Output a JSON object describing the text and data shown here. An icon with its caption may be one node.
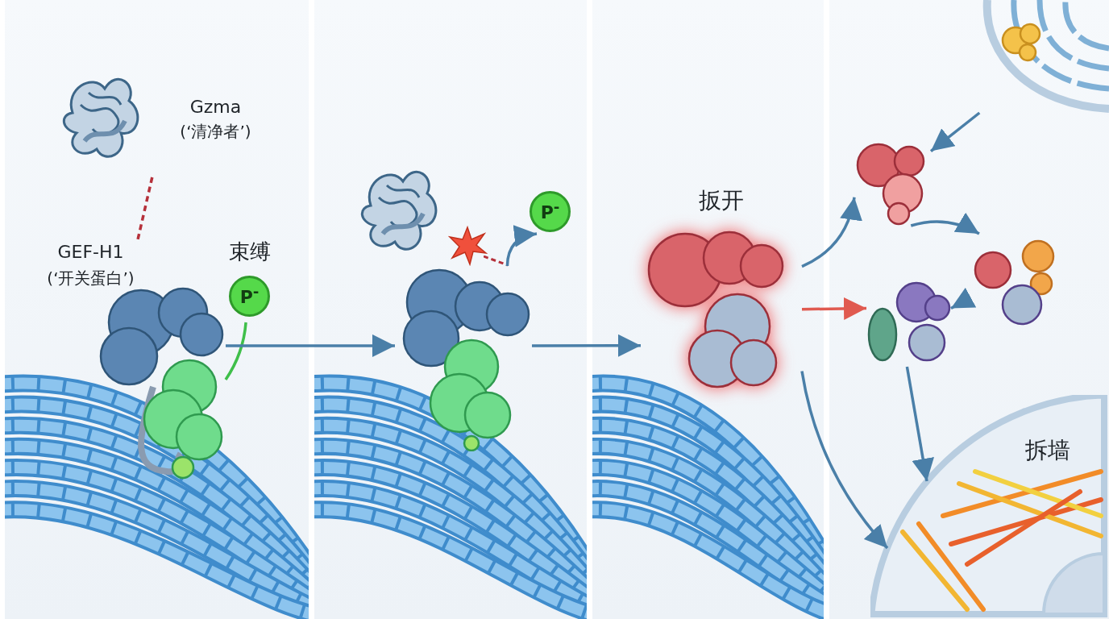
{
  "diagram": {
    "nodes": [
      {
        "text": [],
        "shape": "box"
      },
      {
        "text": [
          "Gzma",
          "(‘清净者’)"
        ],
        "in": 0
      },
      {
        "text": [
          "GEF-H1",
          "(‘开关蛋白’)"
        ],
        "in": 0
      },
      {
        "text": [
          "P$^{-}$"
        ],
        "beside": [
          "束缚"
        ],
        "in": 0
      },
      {
        "text": [],
        "shape": "box"
      },
      {
        "text": [],
        "shape": "picture",
        "in": 4
      },
      {
        "text": [],
        "shape": "picture",
        "in": 4
      },
      {
        "text": [
          "P$^{-}$"
        ],
        "in": 4
      },
      {
        "text": [],
        "shape": "box"
      },
      {
        "text": [],
        "shape": "picture",
        "beside": [
          "扳开"
        ],
        "in": 8
      },
      {
        "text": [],
        "shape": "box"
      },
      {
        "text": [],
        "shape": "picture",
        "in": 10
      },
      {
        "text": [],
        "shape": "picture",
        "in": 10
      },
      {
        "text": [],
        "shape": "picture",
        "in": 10
      },
      {
        "text": [],
        "shape": "picture",
        "in": 10
      },
      {
        "text": [
          "拆墙"
        ],
        "in": 10
      }
    ],
    "edges": [
      {
        "from": 1,
        "to": 2,
        "arrow": "none",
        "style": "dashed",
        "color": "#b5303a"
      },
      {
        "from": 2,
        "to": 3,
        "arrow": "none",
        "color": "#3fbf4a"
      },
      {
        "from": 2,
        "to": 6,
        "arrow": "to"
      },
      {
        "from": 6,
        "to": 7,
        "arrow": "to"
      },
      {
        "from": 6,
        "to": 9,
        "arrow": "to"
      },
      {
        "from": 9,
        "to": 12,
        "arrow": "to"
      },
      {
        "from": 9,
        "to": 14,
        "arrow": "to",
        "color": "#e05a50"
      },
      {
        "from": 9,
        "to": 15,
        "arrow": "to"
      },
      {
        "from": 11,
        "to": 12,
        "arrow": "to"
      },
      {
        "from": 12,
        "to": 13,
        "arrow": "to"
      },
      {
        "from": 13,
        "to": 14,
        "arrow": "to"
      },
      {
        "from": 14,
        "to": 15,
        "arrow": "to"
      }
    ]
  }
}
